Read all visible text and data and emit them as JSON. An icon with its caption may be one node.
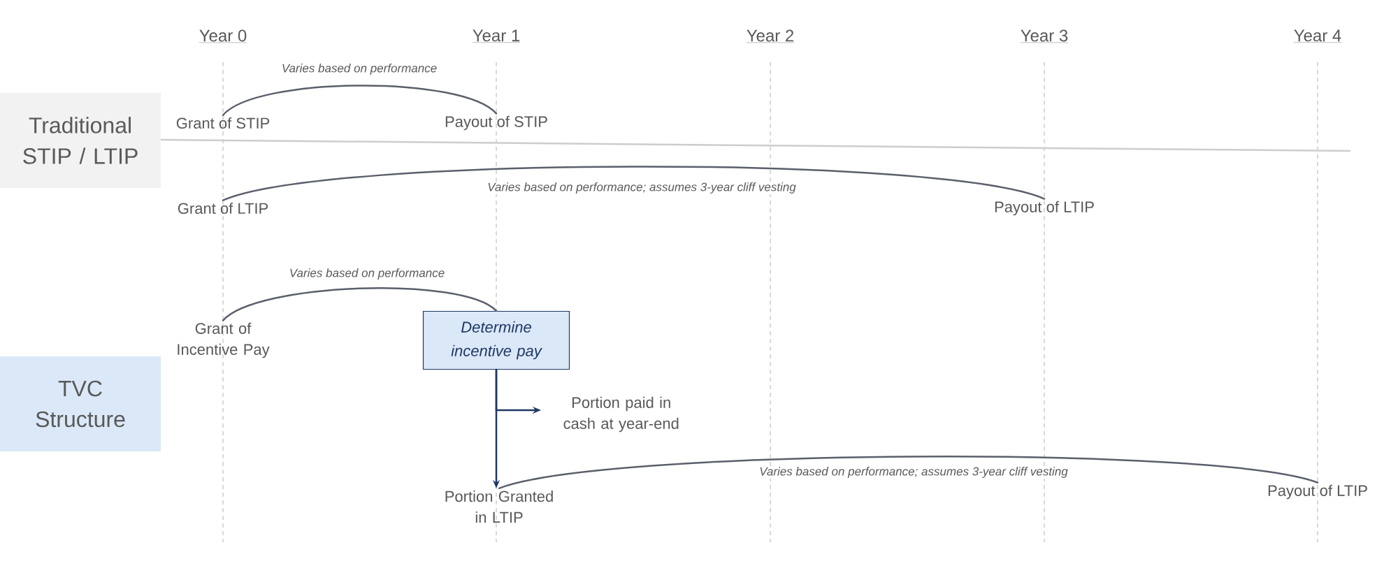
{
  "diagram": {
    "nodes": [
      {
        "text": [
          "Traditional STIP / LTIP"
        ]
      },
      {
        "text": [
          "TVC Structure"
        ]
      },
      {
        "text": [
          "Grant of STIP"
        ]
      },
      {
        "text": [
          "Payout of STIP"
        ]
      },
      {
        "text": [
          "Grant of LTIP"
        ]
      },
      {
        "text": [
          "Payout of LTIP"
        ]
      },
      {
        "text": [
          "Grant of Incentive Pay"
        ]
      },
      {
        "text": [
          "Determine incentive pay"
        ]
      },
      {
        "text": [
          "Portion paid in cash at year-end"
        ]
      },
      {
        "text": [
          "Portion Granted in LTIP"
        ]
      },
      {
        "text": [
          "Payout of LTIP"
        ]
      }
    ],
    "edges": [
      {
        "from": 2,
        "to": 3,
        "arrow": "none",
        "label": "Varies based on performance"
      },
      {
        "from": 4,
        "to": 5,
        "arrow": "none",
        "label": "Varies based on performance; assumes 3-year cliff vesting"
      },
      {
        "from": 6,
        "to": 7,
        "arrow": "none",
        "label": "Varies based on performance"
      },
      {
        "from": 7,
        "to": 8,
        "arrow": "to",
        "color": "#1f3864"
      },
      {
        "from": 7,
        "to": 9,
        "arrow": "to",
        "color": "#1f3864"
      },
      {
        "from": 9,
        "to": 10,
        "arrow": "none",
        "label": "Varies based on performance; assumes 3-year cliff vesting"
      }
    ],
    "labels": [
      "Year 0",
      "Year 1",
      "Year 2",
      "Year 3",
      "Year 4"
    ]
  }
}
